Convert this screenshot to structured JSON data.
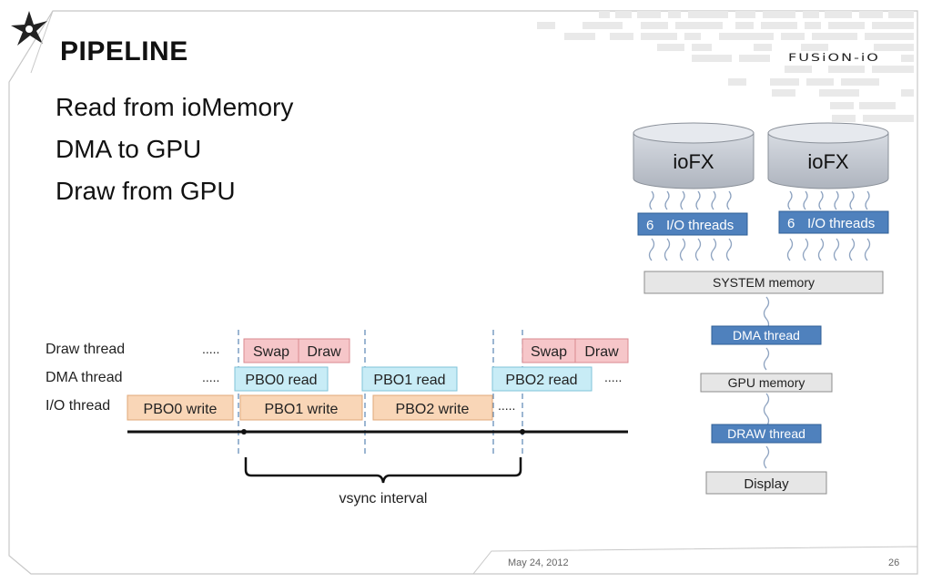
{
  "slide": {
    "title": "PIPELINE",
    "brand": "FUSiON-iO",
    "bullets": [
      "Read from ioMemory",
      "DMA to GPU",
      "Draw from GPU"
    ],
    "footer_date": "May 24, 2012",
    "page_number": "26"
  },
  "timeline": {
    "row_labels": [
      "Draw thread",
      "DMA thread",
      "I/O thread"
    ],
    "ellipsis": ".....",
    "blocks": {
      "swap": "Swap",
      "draw": "Draw",
      "pbo0_read": "PBO0 read",
      "pbo1_read": "PBO1 read",
      "pbo2_read": "PBO2 read",
      "pbo0_write": "PBO0 write",
      "pbo1_write": "PBO1 write",
      "pbo2_write": "PBO2 write"
    },
    "interval_label": "vsync  interval"
  },
  "architecture": {
    "storage_label": "ioFX",
    "io_threads_count": "6",
    "io_threads_label": "I/O threads",
    "system_memory": "SYSTEM memory",
    "dma_thread": "DMA thread",
    "gpu_memory": "GPU memory",
    "draw_thread": "DRAW thread",
    "display": "Display"
  },
  "colors": {
    "draw_block": "#f6c6c9",
    "dma_block": "#c8ecf6",
    "io_block": "#f9d6b7",
    "thread_box": "#4f81bd",
    "gray_box": "#e6e6e6"
  }
}
